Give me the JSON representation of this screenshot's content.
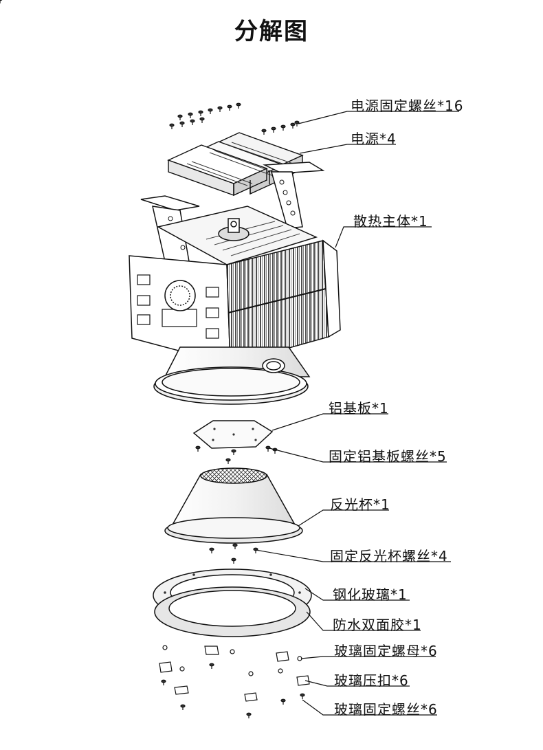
{
  "title": "分解图",
  "labels": {
    "psu_screws": "电源固定螺丝*16",
    "psu": "电源*4",
    "heatsink": "散热主体*1",
    "al_plate": "铝基板*1",
    "al_plate_screws": "固定铝基板螺丝*5",
    "reflector": "反光杯*1",
    "reflector_screws": "固定反光杯螺丝*4",
    "glass": "钢化玻璃*1",
    "gasket": "防水双面胶*1",
    "glass_nuts": "玻璃固定螺母*6",
    "glass_clips": "玻璃压扣*6",
    "glass_screws": "玻璃固定螺丝*6"
  }
}
